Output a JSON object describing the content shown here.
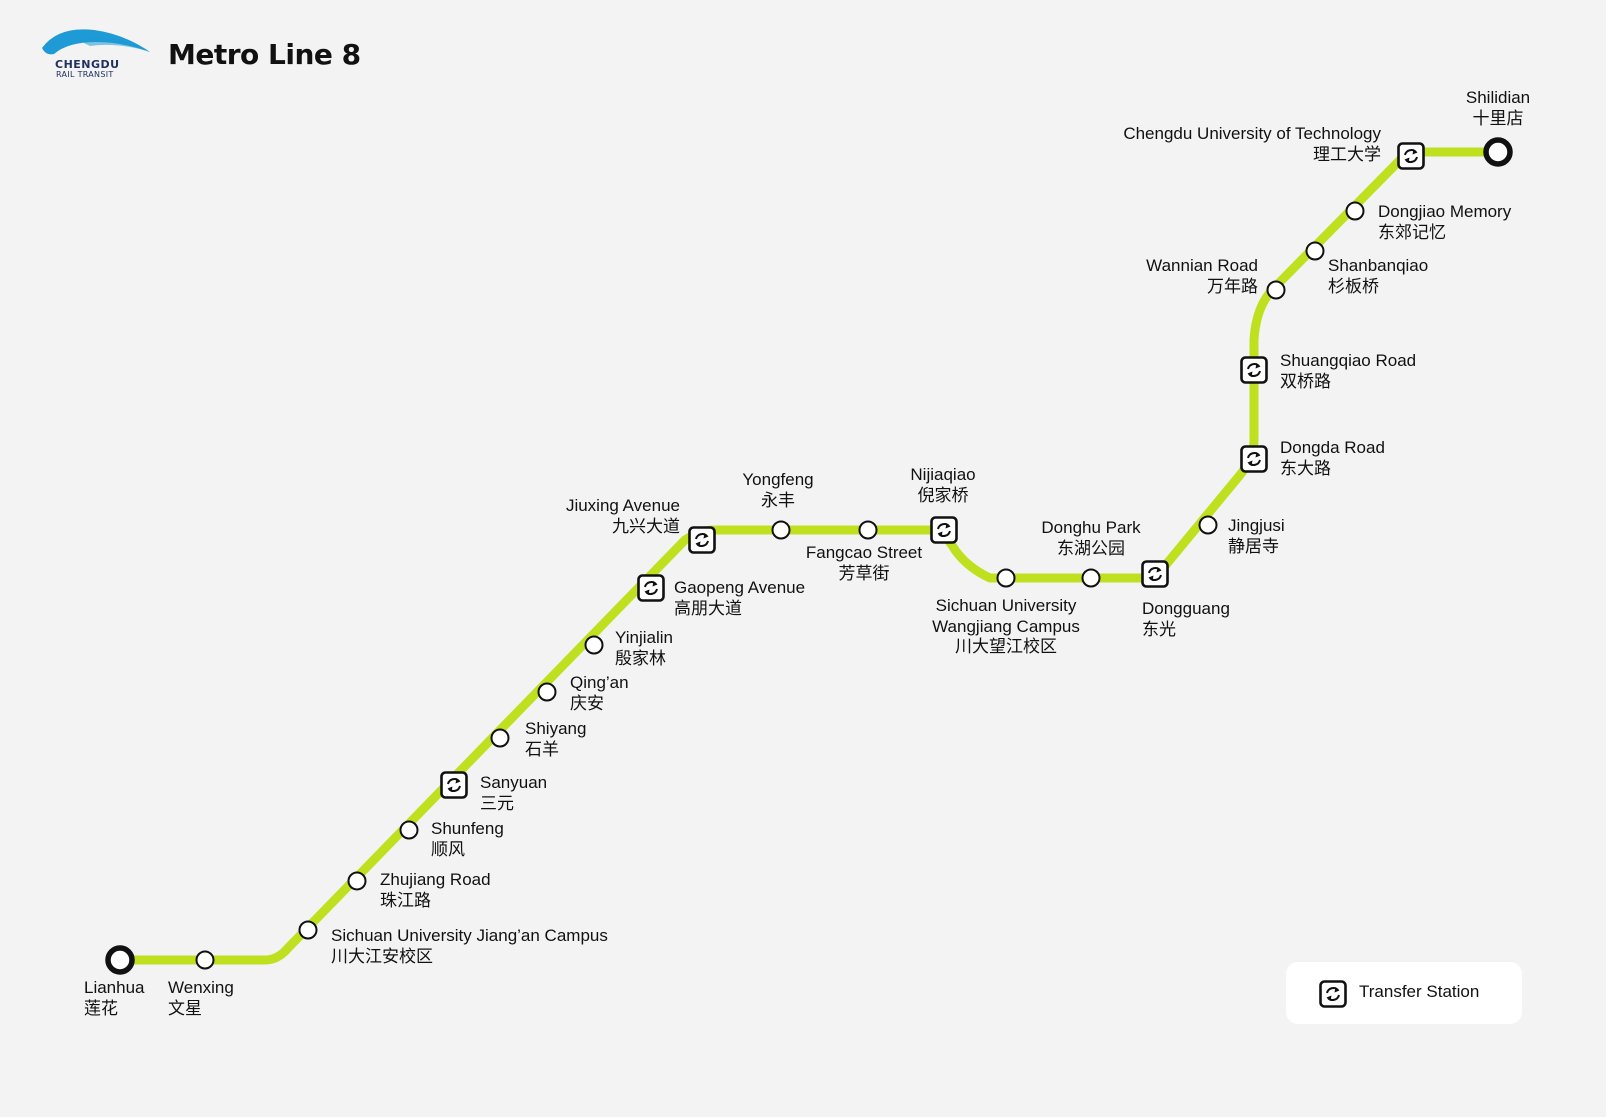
{
  "title": "Metro Line 8",
  "logo": {
    "line1": "CHENGDU",
    "line2": "RAIL TRANSIT",
    "wave_color": "#1e9ad6"
  },
  "line_color": "#bfe01e",
  "legend": {
    "label": "Transfer Station"
  },
  "stations": [
    {
      "en": "Lianhua",
      "zh": "莲花",
      "type": "terminal"
    },
    {
      "en": "Wenxing",
      "zh": "文星",
      "type": "normal"
    },
    {
      "en": "Sichuan University Jiang’an Campus",
      "zh": "川大江安校区",
      "type": "normal"
    },
    {
      "en": "Zhujiang Road",
      "zh": "珠江路",
      "type": "normal"
    },
    {
      "en": "Shunfeng",
      "zh": "顺风",
      "type": "normal"
    },
    {
      "en": "Sanyuan",
      "zh": "三元",
      "type": "transfer"
    },
    {
      "en": "Shiyang",
      "zh": "石羊",
      "type": "normal"
    },
    {
      "en": "Qing’an",
      "zh": "庆安",
      "type": "normal"
    },
    {
      "en": "Yinjialin",
      "zh": "殷家林",
      "type": "normal"
    },
    {
      "en": "Gaopeng Avenue",
      "zh": "高朋大道",
      "type": "transfer"
    },
    {
      "en": "Jiuxing Avenue",
      "zh": "九兴大道",
      "type": "transfer"
    },
    {
      "en": "Yongfeng",
      "zh": "永丰",
      "type": "normal"
    },
    {
      "en": "Fangcao Street",
      "zh": "芳草街",
      "type": "normal"
    },
    {
      "en": "Nijiaqiao",
      "zh": "倪家桥",
      "type": "transfer"
    },
    {
      "en": "Sichuan University\nWangjiang Campus",
      "zh": "川大望江校区",
      "type": "normal"
    },
    {
      "en": "Donghu Park",
      "zh": "东湖公园",
      "type": "normal"
    },
    {
      "en": "Dongguang",
      "zh": "东光",
      "type": "transfer"
    },
    {
      "en": "Jingjusi",
      "zh": "静居寺",
      "type": "normal"
    },
    {
      "en": "Dongda Road",
      "zh": "东大路",
      "type": "transfer"
    },
    {
      "en": "Shuangqiao Road",
      "zh": "双桥路",
      "type": "transfer"
    },
    {
      "en": "Wannian Road",
      "zh": "万年路",
      "type": "normal"
    },
    {
      "en": "Shanbanqiao",
      "zh": "杉板桥",
      "type": "normal"
    },
    {
      "en": "Dongjiao Memory",
      "zh": "东郊记忆",
      "type": "normal"
    },
    {
      "en": "Chengdu University of Technology",
      "zh": "理工大学",
      "type": "transfer"
    },
    {
      "en": "Shilidian",
      "zh": "十里店",
      "type": "terminal"
    }
  ]
}
